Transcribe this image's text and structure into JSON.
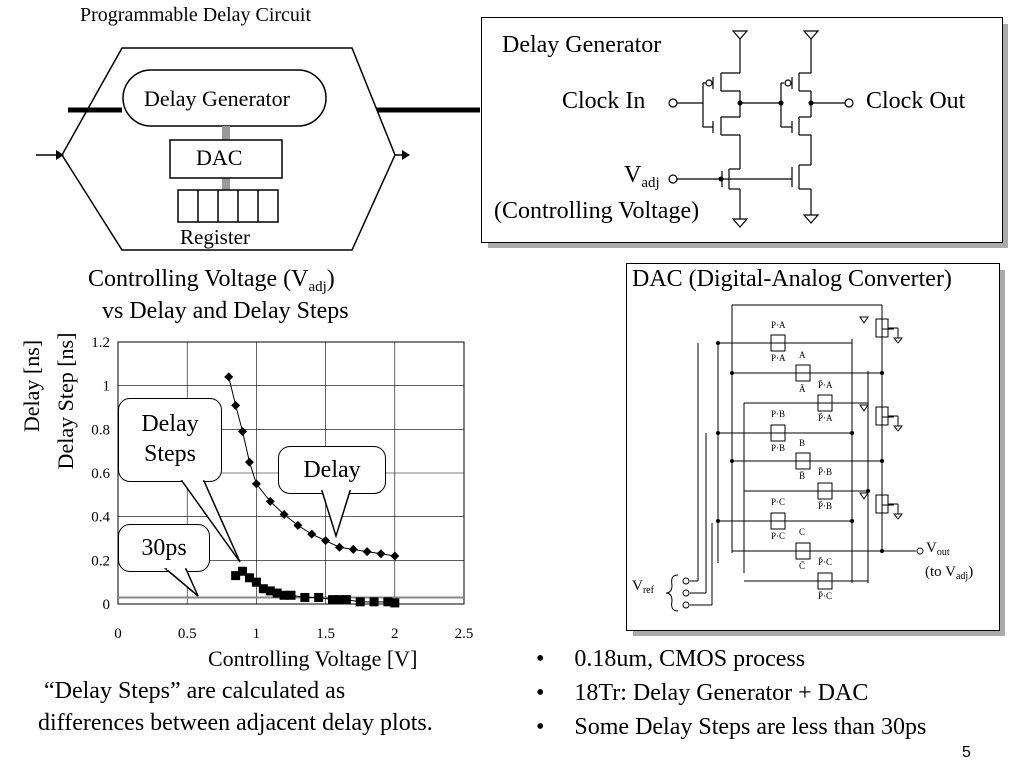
{
  "slide_number": "5",
  "left_block": {
    "title": "Programmable Delay Circuit",
    "delay_generator": "Delay Generator",
    "dac": "DAC",
    "register": "Register"
  },
  "delay_gen_schematic": {
    "title": "Delay Generator",
    "clock_in": "Clock In",
    "clock_out": "Clock Out",
    "vadj_main": "V",
    "vadj_sub": "adj",
    "controlling_voltage": "(Controlling Voltage)"
  },
  "dac_schematic": {
    "title": "DAC (Digital-Analog Converter)",
    "labels": {
      "pa": "P·A",
      "a": "A",
      "abar_top": "A",
      "pa2": "P·A",
      "abar": "Ā",
      "pa3": "P̄·A",
      "pa4": "P̄·A",
      "pb": "P·B",
      "pb2": "P·B",
      "b": "B",
      "bbar": "B̄",
      "pb3": "P̄·B",
      "pb4": "P̄·B",
      "pc": "P·C",
      "pc2": "P·C",
      "c": "C",
      "cbar": "C̄",
      "pc3": "P̄·C",
      "pc4": "P̄·C"
    },
    "vref_main": "V",
    "vref_sub": "ref",
    "vout_main": "V",
    "vout_sub": "out",
    "to_vadj_prefix": "(to V",
    "to_vadj_sub": "adj",
    "to_vadj_suffix": ")"
  },
  "chart_title_line1_prefix": "Controlling Voltage (V",
  "chart_title_line1_sub": "adj",
  "chart_title_line1_suffix": ")",
  "chart_title_line2": "vs Delay and Delay Steps",
  "chart_data": {
    "type": "scatter",
    "xlabel": "Controlling Voltage [V]",
    "ylabel_outer": "Delay [ns]",
    "ylabel_inner": "Delay Step [ns]",
    "xlim": [
      0,
      2.5
    ],
    "ylim": [
      0,
      1.2
    ],
    "x_ticks": [
      "0",
      "0.5",
      "1",
      "1.5",
      "2",
      "2.5"
    ],
    "y_ticks": [
      "0",
      "0.2",
      "0.4",
      "0.6",
      "0.8",
      "1",
      "1.2"
    ],
    "grid": true,
    "series": [
      {
        "name": "Delay",
        "marker": "diamond",
        "x": [
          0.8,
          0.85,
          0.9,
          0.95,
          1.0,
          1.1,
          1.2,
          1.3,
          1.4,
          1.5,
          1.6,
          1.7,
          1.8,
          1.9,
          2.0
        ],
        "y": [
          1.04,
          0.91,
          0.79,
          0.65,
          0.55,
          0.47,
          0.41,
          0.36,
          0.32,
          0.29,
          0.26,
          0.25,
          0.24,
          0.23,
          0.22
        ]
      },
      {
        "name": "Delay Steps",
        "marker": "square",
        "x": [
          0.85,
          0.9,
          0.95,
          1.0,
          1.05,
          1.1,
          1.15,
          1.2,
          1.25,
          1.35,
          1.45,
          1.55,
          1.6,
          1.65,
          1.75,
          1.85,
          1.95,
          2.0
        ],
        "y": [
          0.13,
          0.15,
          0.12,
          0.1,
          0.07,
          0.06,
          0.05,
          0.04,
          0.04,
          0.03,
          0.03,
          0.02,
          0.02,
          0.02,
          0.01,
          0.01,
          0.01,
          0.005
        ]
      }
    ],
    "reference_line": {
      "y": 0.03,
      "label": "30ps"
    },
    "annotations": [
      "Delay Steps",
      "Delay",
      "30ps"
    ]
  },
  "callouts": {
    "delay_steps_line1": "Delay",
    "delay_steps_line2": "Steps",
    "delay": "Delay",
    "thirty_ps": "30ps"
  },
  "note_line1": "“Delay Steps” are calculated as",
  "note_line2": "differences between adjacent delay plots.",
  "bullets": [
    "0.18um, CMOS process",
    "18Tr: Delay Generator + DAC",
    "Some Delay Steps are less than 30ps"
  ]
}
